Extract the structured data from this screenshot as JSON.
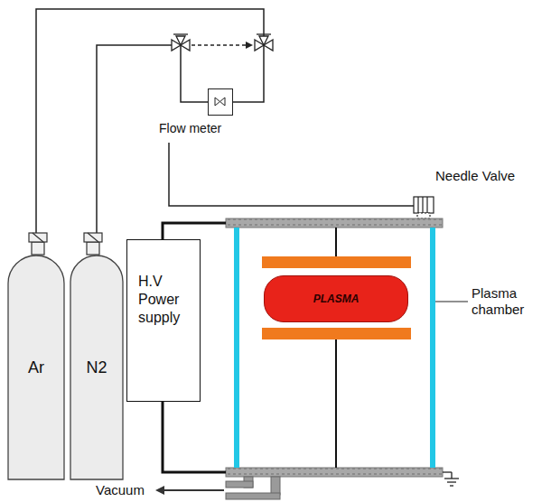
{
  "diagram": {
    "nodes": [
      {
        "text": [
          "Ar"
        ]
      },
      {
        "text": [
          "N2"
        ]
      },
      {
        "text": [
          "Flow meter"
        ]
      },
      {
        "text": [
          "H.V Power supply"
        ]
      },
      {
        "text": [
          "PLASMA"
        ]
      }
    ],
    "edges": [
      {
        "from": 0,
        "to": 2,
        "arrow": "none"
      },
      {
        "from": 1,
        "to": 2,
        "arrow": "none"
      }
    ],
    "labels": [
      "Needle Valve",
      "Plasma chamber",
      "Vacuum"
    ]
  }
}
